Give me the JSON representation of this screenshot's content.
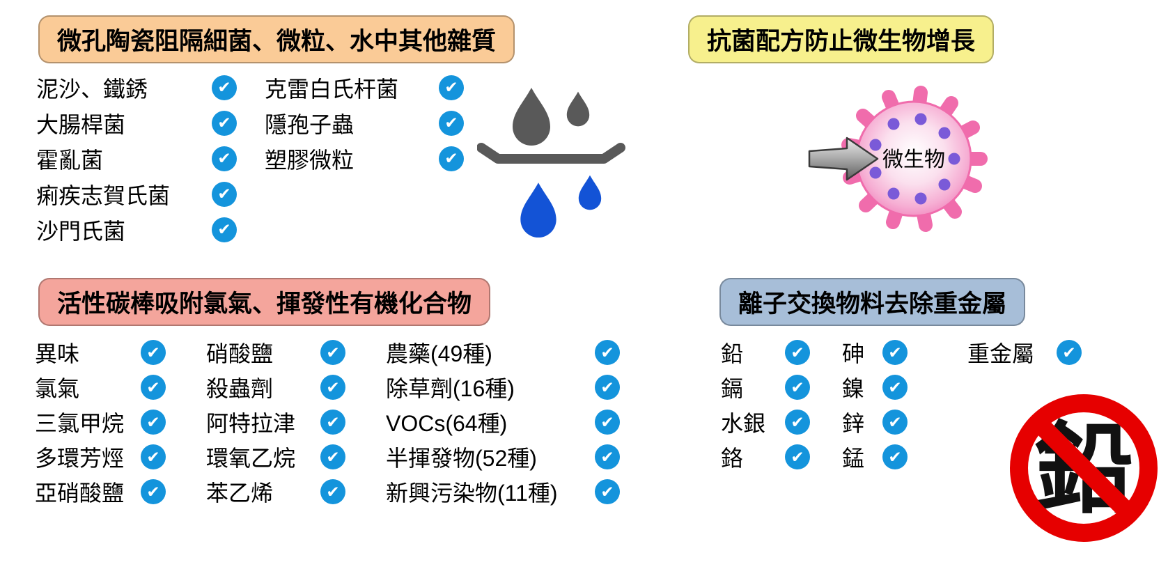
{
  "colors": {
    "check_blue": "#1494DC",
    "header_ceramic_bg": "#FACB97",
    "header_antibacterial_bg": "#F7F08D",
    "header_carbon_bg": "#F4A59C",
    "header_ion_bg": "#A7BED8",
    "drop_gray": "#595959",
    "drop_blue": "#1353D6",
    "microbe_pink": "#F06CAC",
    "microbe_dot_purple": "#7A5AD8",
    "no_sign_red": "#E60000"
  },
  "icons": {
    "check": "✔"
  },
  "sections": {
    "ceramic": {
      "title": "微孔陶瓷阻隔細菌、微粒、水中其他雜質",
      "col1": [
        "泥沙、鐵銹",
        "大腸桿菌",
        "霍亂菌",
        "痢疾志賀氏菌",
        "沙門氏菌"
      ],
      "col2": [
        "克雷白氏杆菌",
        "隱孢子蟲",
        "塑膠微粒"
      ]
    },
    "antibacterial": {
      "title": "抗菌配方防止微生物增長",
      "microbe_label": "微生物"
    },
    "carbon": {
      "title": "活性碳棒吸附氯氣、揮發性有機化合物",
      "col1": [
        "異味",
        "氯氣",
        "三氯甲烷",
        "多環芳烴",
        "亞硝酸鹽"
      ],
      "col2": [
        "硝酸鹽",
        "殺蟲劑",
        "阿特拉津",
        "環氧乙烷",
        "苯乙烯"
      ],
      "col3": [
        "農藥(49種)",
        "除草劑(16種)",
        "VOCs(64種)",
        "半揮發物(52種)",
        "新興污染物(11種)"
      ]
    },
    "ion": {
      "title": "離子交換物料去除重金屬",
      "col1": [
        "鉛",
        "鎘",
        "水銀",
        "鉻"
      ],
      "col2": [
        "砷",
        "鎳",
        "鋅",
        "錳"
      ],
      "col3": [
        "重金屬"
      ],
      "no_lead_label": "鉛"
    }
  }
}
